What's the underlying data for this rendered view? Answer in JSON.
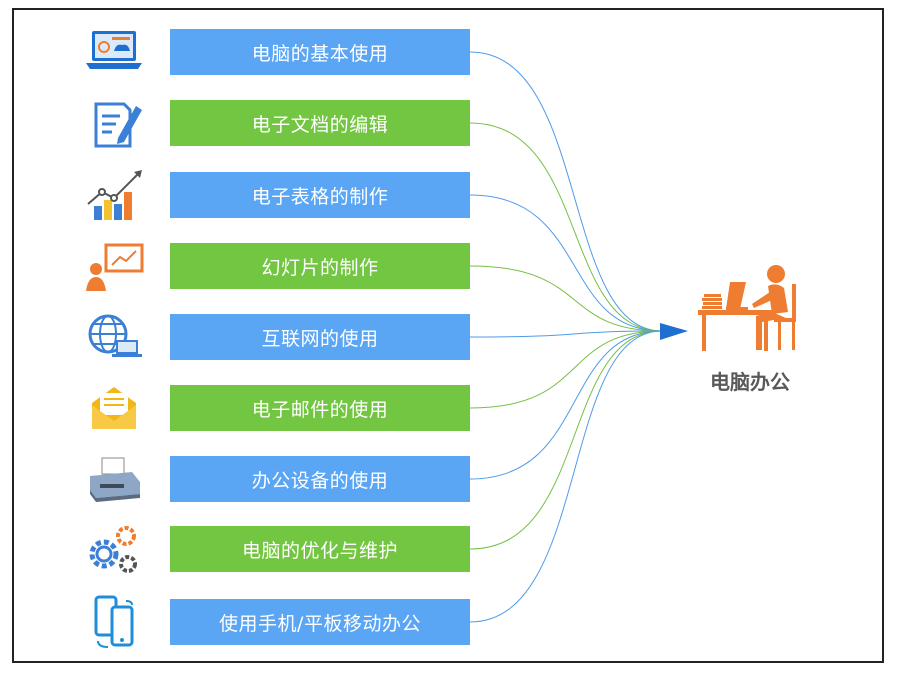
{
  "items": [
    {
      "label": "电脑的基本使用",
      "color": "blue",
      "icon": "laptop-dashboard-icon"
    },
    {
      "label": "电子文档的编辑",
      "color": "green",
      "icon": "document-edit-icon"
    },
    {
      "label": "电子表格的制作",
      "color": "blue",
      "icon": "bar-chart-icon"
    },
    {
      "label": "幻灯片的制作",
      "color": "green",
      "icon": "presentation-icon"
    },
    {
      "label": "互联网的使用",
      "color": "blue",
      "icon": "globe-computer-icon"
    },
    {
      "label": "电子邮件的使用",
      "color": "green",
      "icon": "envelope-icon"
    },
    {
      "label": "办公设备的使用",
      "color": "blue",
      "icon": "printer-icon"
    },
    {
      "label": "电脑的优化与维护",
      "color": "green",
      "icon": "gears-icon"
    },
    {
      "label": "使用手机/平板移动办公",
      "color": "blue",
      "icon": "mobile-devices-icon"
    }
  ],
  "target": {
    "label": "电脑办公",
    "icon": "person-at-desk-icon"
  },
  "colors": {
    "blue": "#5aa6f5",
    "green": "#73c641",
    "arrow": "#1f6fd1",
    "orange": "#ee7d31"
  }
}
